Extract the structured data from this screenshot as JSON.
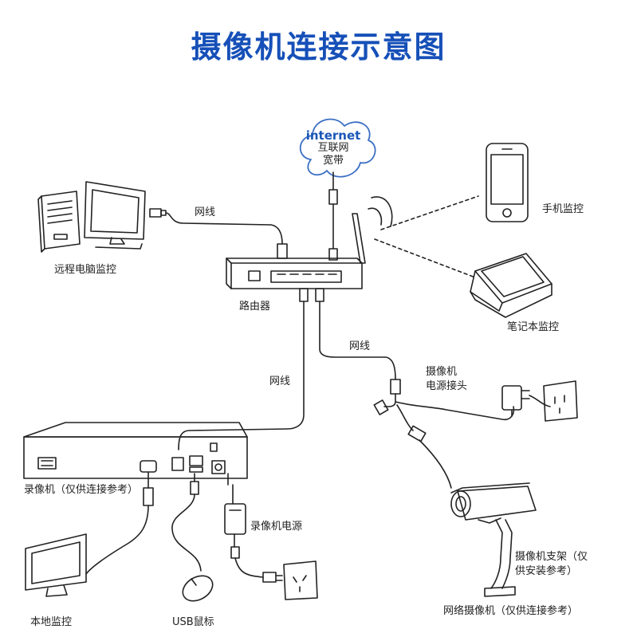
{
  "title": "摄像机连接示意图",
  "colors": {
    "title": "#1650b8",
    "line": "#222222",
    "cloud": "#3b6fc4"
  },
  "cloud": {
    "en": "internet",
    "zh1": "互联网",
    "zh2": "宽带"
  },
  "labels": {
    "remote_pc": "远程电脑监控",
    "router": "路由器",
    "phone": "手机监控",
    "laptop": "笔记本监控",
    "cable_top": "网线",
    "cable_right": "网线",
    "cable_mid": "网线",
    "cam_power_jack_1": "摄像机",
    "cam_power_jack_2": "电源接头",
    "recorder": "录像机（仅供连接参考）",
    "recorder_power": "录像机电源",
    "camera_bracket_1": "摄像机支架（仅",
    "camera_bracket_2": "供安装参考）",
    "network_camera": "网络摄像机（仅供连接参考）",
    "local_monitor": "本地监控",
    "usb_mouse": "USB鼠标"
  }
}
